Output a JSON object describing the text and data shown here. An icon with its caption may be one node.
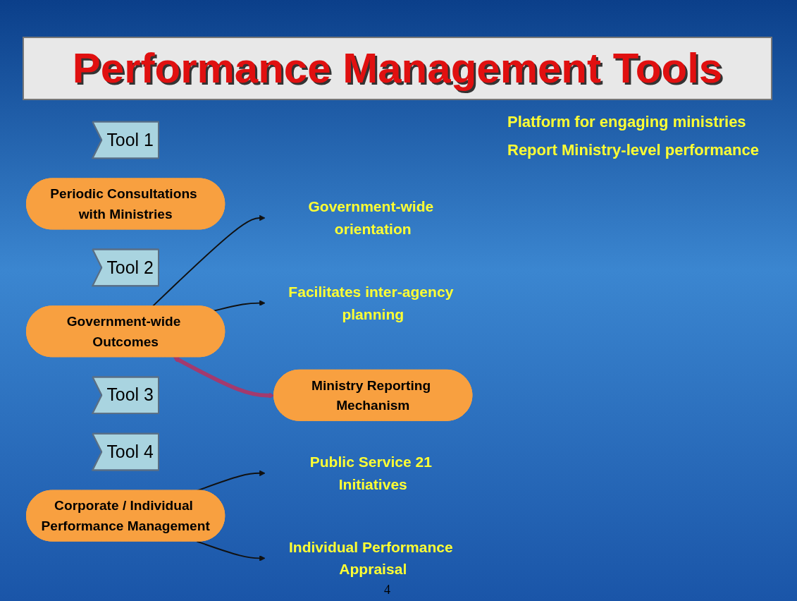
{
  "diagram": {
    "title": "Performance Management Tools",
    "nodes": [
      {
        "text": [
          "Tool 1"
        ]
      },
      {
        "text": [
          "Periodic Consultations with Ministries"
        ]
      },
      {
        "text": [
          "Tool 2"
        ]
      },
      {
        "text": [
          "Government-wide Outcomes"
        ]
      },
      {
        "text": [
          "Government-wide orientation"
        ]
      },
      {
        "text": [
          "Facilitates inter-agency planning"
        ]
      },
      {
        "text": [
          "Tool 3"
        ]
      },
      {
        "text": [
          "Ministry Reporting Mechanism"
        ]
      },
      {
        "text": [
          "Tool 4"
        ]
      },
      {
        "text": [
          "Corporate / Individual Performance Management"
        ]
      },
      {
        "text": [
          "Public Service 21 Initiatives"
        ]
      },
      {
        "text": [
          "Individual Performance Appraisal"
        ]
      }
    ],
    "edges": [
      {
        "from": 3,
        "to": 4,
        "arrow": "to"
      },
      {
        "from": 3,
        "to": 5,
        "arrow": "to"
      },
      {
        "from": 3,
        "to": 7,
        "arrow": "both",
        "style": "thick",
        "color": "#a33a6e"
      },
      {
        "from": 9,
        "to": 10,
        "arrow": "to"
      },
      {
        "from": 9,
        "to": 11,
        "arrow": "to"
      }
    ],
    "labels": [
      "Platform for engaging ministries",
      "Report Ministry-level performance",
      "4"
    ]
  }
}
